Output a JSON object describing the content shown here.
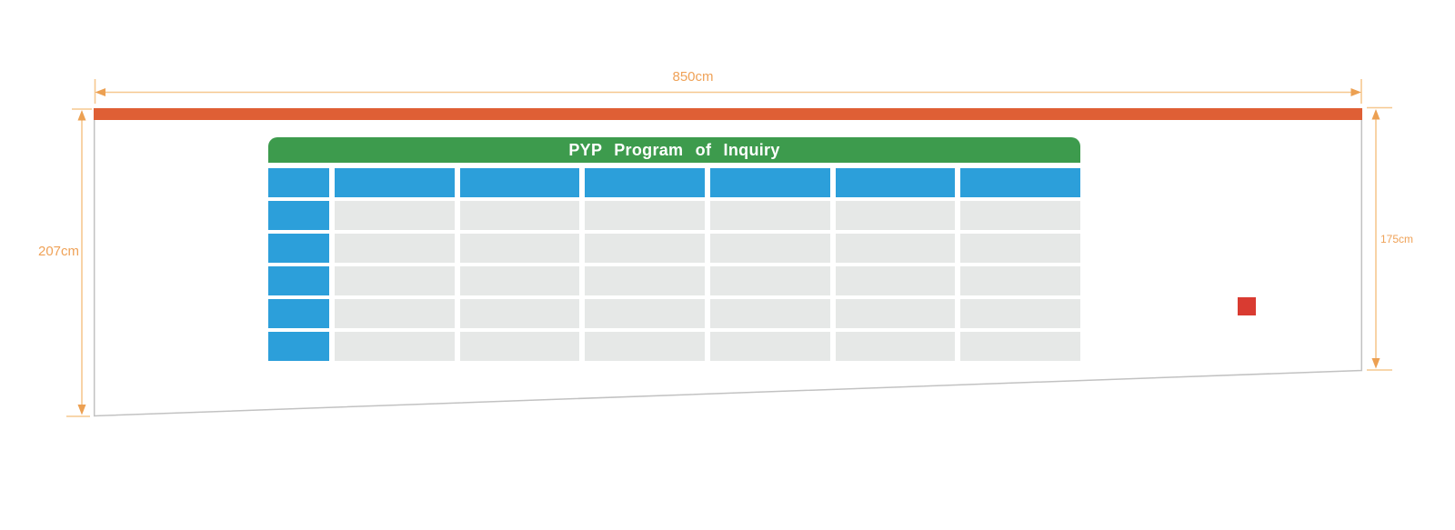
{
  "board": {
    "title": "PYP Program of Inquiry",
    "columns": 7,
    "header_rows": 1,
    "body_rows": 5
  },
  "dimensions": {
    "width_label": "850cm",
    "left_height_label": "207cm",
    "right_height_label": "175cm"
  },
  "colors": {
    "banner-green": "#3d9b4d",
    "cell-blue": "#2c9fda",
    "cell-gray": "#e6e8e7",
    "stripe-orange": "#df5f35",
    "marker-red": "#d93b31",
    "dim-line": "#f6c88f",
    "dim-arrow": "#eca052",
    "dim-text": "#efa258",
    "wall-outline": "#c2c2c2",
    "title-text": "#ffffff"
  }
}
